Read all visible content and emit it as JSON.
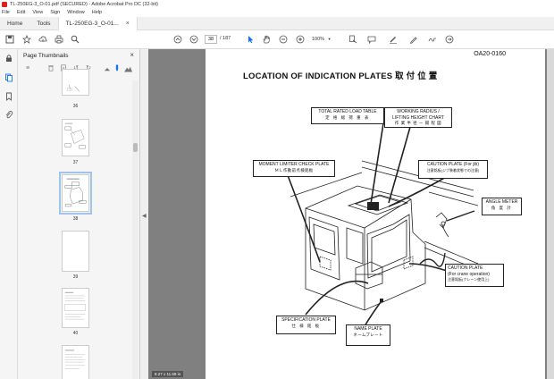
{
  "window": {
    "title": "TL-250EG-3_O-01.pdf (SECURED) - Adobe Acrobat Pro DC (32-bit)"
  },
  "menu": [
    "File",
    "Edit",
    "View",
    "Sign",
    "Window",
    "Help"
  ],
  "tabs": {
    "home": "Home",
    "tools": "Tools",
    "document": "TL-250EG-3_O-01...",
    "close": "×"
  },
  "toolbar": {
    "current_page": "38",
    "total_pages": "/ 187",
    "zoom": "100%"
  },
  "panel": {
    "title": "Page Thumbnails",
    "close": "×",
    "thumbnails": [
      {
        "label": "36"
      },
      {
        "label": "37"
      },
      {
        "label": "38"
      },
      {
        "label": "39"
      },
      {
        "label": "40"
      },
      {
        "label": ""
      }
    ]
  },
  "document": {
    "code": "OA20-0160",
    "heading": "LOCATION OF INDICATION PLATES 取 付 位 置",
    "callouts": {
      "total_rated": {
        "en": "TOTAL RATED LOAD TABLE",
        "jp": "定 格 総 荷 重 表"
      },
      "working_radius": {
        "en1": "WORKING RADIUS /",
        "en2": "LIFTING HEIGHT CHART",
        "jp": "作 業 半 径 ー 揚 程 図"
      },
      "moment_limiter": {
        "en": "MOMENT LIMITER CHECK PLATE",
        "jp": "ＭＬ作動前点検銘板"
      },
      "caution_jib": {
        "en": "CAUTION PLATE (For jib)",
        "jp": "注意銘板(ジブ装着状態での注意)"
      },
      "angle_meter": {
        "en": "ANGLE METER",
        "jp": "角 度 計"
      },
      "caution_crane": {
        "en1": "CAUTION PLATE",
        "en2": "(For crane operation)",
        "jp": "注意銘板(クレーン使用上)"
      },
      "specification": {
        "en": "SPECIFICATION PLATE",
        "jp": "仕 様 銘 板"
      },
      "name_plate": {
        "en": "NAME PLATE",
        "jp": "ネームプレート"
      }
    }
  },
  "status": {
    "page_size": "8.27 x 11.69 in"
  }
}
